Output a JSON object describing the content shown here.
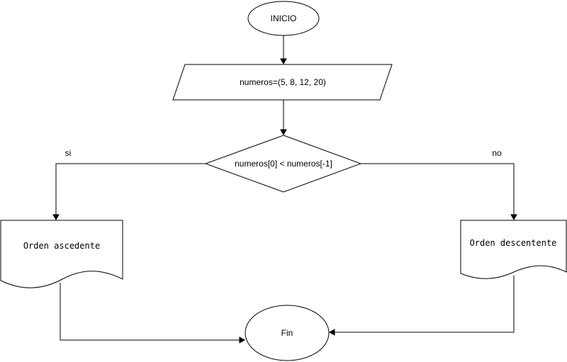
{
  "diagram": {
    "start": {
      "label": "INICIO"
    },
    "input": {
      "label": "numeros=(5, 8, 12, 20)"
    },
    "decision": {
      "label": "numeros[0] < numeros[-1]"
    },
    "branch_yes": {
      "label": "si"
    },
    "branch_no": {
      "label": "no"
    },
    "output_yes": {
      "label": "Orden ascedente"
    },
    "output_no": {
      "label": "Orden descentente"
    },
    "end": {
      "label": "Fin"
    }
  }
}
